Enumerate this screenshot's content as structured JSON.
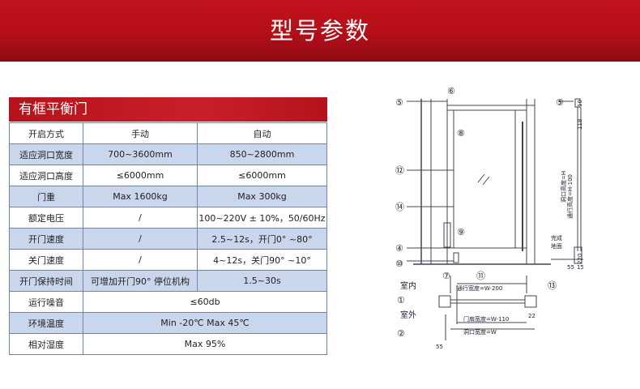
{
  "banner": {
    "title": "型号参数"
  },
  "section": {
    "title": "有框平衡门"
  },
  "table": {
    "rows": [
      {
        "label": "开启方式",
        "manual": "手动",
        "auto": "自动",
        "merged": false
      },
      {
        "label": "适应洞口宽度",
        "manual": "700~3600mm",
        "auto": "850~2800mm",
        "merged": false
      },
      {
        "label": "适应洞口高度",
        "manual": "≤6000mm",
        "auto": "≤6000mm",
        "merged": false
      },
      {
        "label": "门重",
        "manual": "Max 1600kg",
        "auto": "Max 300kg",
        "merged": false
      },
      {
        "label": "额定电压",
        "manual": "/",
        "auto": "100~220V ± 10%，50/60Hz",
        "merged": false
      },
      {
        "label": "开门速度",
        "manual": "/",
        "auto": "2.5~12s，开门0° ~80°",
        "merged": false
      },
      {
        "label": "关门速度",
        "manual": "/",
        "auto": "4~12s，关门90° ~10°",
        "merged": false
      },
      {
        "label": "开门保持时间",
        "manual": "可增加开门90° 停位机构",
        "auto": "1.5~30s",
        "merged": false
      },
      {
        "label": "运行噪音",
        "value": "≤60db",
        "merged": true
      },
      {
        "label": "环境温度",
        "value": "Min -20℃  Max 45℃",
        "merged": true
      },
      {
        "label": "相对湿度",
        "value": "Max 95%",
        "merged": true
      }
    ]
  },
  "diagram": {
    "markers": [
      "⑤",
      "⑥",
      "⑧",
      "⑫",
      "⑭",
      "④",
      "⑩",
      "⑨",
      "⑦",
      "⑪",
      "⑤",
      "①",
      "②",
      "⑬"
    ],
    "labels": {
      "indoor": "室内",
      "outdoor": "室外",
      "clear_opening_height": "通行高度=H-100",
      "hole_height": "洞口高度=H",
      "finished_floor": "完成",
      "floor": "地面",
      "dim_55": "55",
      "dim_15": "15",
      "dim_220": "220",
      "dim_118": "118",
      "dim_10": "10",
      "pass_width": "通行宽度=W-200",
      "leaf_width": "门扇宽度=W-110",
      "hole_width": "洞口宽度=W",
      "dim_22": "22",
      "dim_55b": "55"
    }
  }
}
